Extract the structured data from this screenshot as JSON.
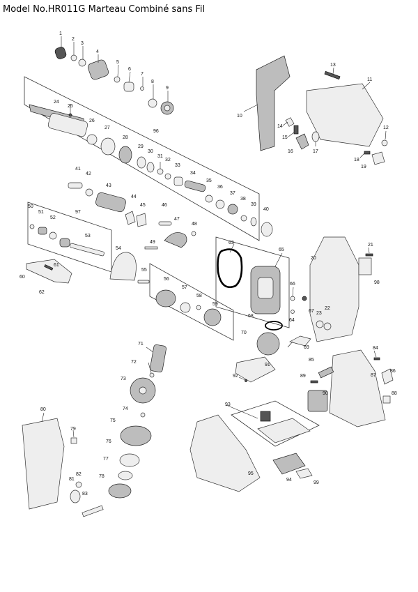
{
  "title": "Model No.HR011G Marteau Combiné sans Fil",
  "labels": [
    {
      "id": "1",
      "name": "part-label-1"
    },
    {
      "id": "2",
      "name": "part-label-2"
    },
    {
      "id": "3",
      "name": "part-label-3"
    },
    {
      "id": "4",
      "name": "part-label-4"
    },
    {
      "id": "5",
      "name": "part-label-5"
    },
    {
      "id": "6",
      "name": "part-label-6"
    },
    {
      "id": "7",
      "name": "part-label-7"
    },
    {
      "id": "8",
      "name": "part-label-8"
    },
    {
      "id": "9",
      "name": "part-label-9"
    },
    {
      "id": "10",
      "name": "part-label-10"
    },
    {
      "id": "11",
      "name": "part-label-11"
    },
    {
      "id": "12",
      "name": "part-label-12"
    },
    {
      "id": "13",
      "name": "part-label-13"
    },
    {
      "id": "14",
      "name": "part-label-14"
    },
    {
      "id": "15",
      "name": "part-label-15"
    },
    {
      "id": "16",
      "name": "part-label-16"
    },
    {
      "id": "17",
      "name": "part-label-17"
    },
    {
      "id": "18",
      "name": "part-label-18"
    },
    {
      "id": "19",
      "name": "part-label-19"
    },
    {
      "id": "20",
      "name": "part-label-20"
    },
    {
      "id": "21",
      "name": "part-label-21"
    },
    {
      "id": "22",
      "name": "part-label-22"
    },
    {
      "id": "23",
      "name": "part-label-23"
    },
    {
      "id": "24",
      "name": "part-label-24"
    },
    {
      "id": "25",
      "name": "part-label-25"
    },
    {
      "id": "26",
      "name": "part-label-26"
    },
    {
      "id": "27",
      "name": "part-label-27"
    },
    {
      "id": "28",
      "name": "part-label-28"
    },
    {
      "id": "29",
      "name": "part-label-29"
    },
    {
      "id": "30",
      "name": "part-label-30"
    },
    {
      "id": "31",
      "name": "part-label-31"
    },
    {
      "id": "32",
      "name": "part-label-32"
    },
    {
      "id": "33",
      "name": "part-label-33"
    },
    {
      "id": "34",
      "name": "part-label-34"
    },
    {
      "id": "35",
      "name": "part-label-35"
    },
    {
      "id": "36",
      "name": "part-label-36"
    },
    {
      "id": "37",
      "name": "part-label-37"
    },
    {
      "id": "38",
      "name": "part-label-38"
    },
    {
      "id": "39",
      "name": "part-label-39"
    },
    {
      "id": "40",
      "name": "part-label-40"
    },
    {
      "id": "41",
      "name": "part-label-41"
    },
    {
      "id": "42",
      "name": "part-label-42"
    },
    {
      "id": "43",
      "name": "part-label-43"
    },
    {
      "id": "44",
      "name": "part-label-44"
    },
    {
      "id": "45",
      "name": "part-label-45"
    },
    {
      "id": "46",
      "name": "part-label-46"
    },
    {
      "id": "47",
      "name": "part-label-47"
    },
    {
      "id": "48",
      "name": "part-label-48"
    },
    {
      "id": "49",
      "name": "part-label-49"
    },
    {
      "id": "50",
      "name": "part-label-50"
    },
    {
      "id": "51",
      "name": "part-label-51"
    },
    {
      "id": "52",
      "name": "part-label-52"
    },
    {
      "id": "53",
      "name": "part-label-53"
    },
    {
      "id": "54",
      "name": "part-label-54"
    },
    {
      "id": "55",
      "name": "part-label-55"
    },
    {
      "id": "56",
      "name": "part-label-56"
    },
    {
      "id": "57",
      "name": "part-label-57"
    },
    {
      "id": "58",
      "name": "part-label-58"
    },
    {
      "id": "59",
      "name": "part-label-59"
    },
    {
      "id": "60",
      "name": "part-label-60"
    },
    {
      "id": "61",
      "name": "part-label-61"
    },
    {
      "id": "62",
      "name": "part-label-62"
    },
    {
      "id": "63",
      "name": "part-label-63"
    },
    {
      "id": "64",
      "name": "part-label-64"
    },
    {
      "id": "65",
      "name": "part-label-65"
    },
    {
      "id": "66",
      "name": "part-label-66"
    },
    {
      "id": "67",
      "name": "part-label-67"
    },
    {
      "id": "68",
      "name": "part-label-68"
    },
    {
      "id": "69",
      "name": "part-label-69"
    },
    {
      "id": "70",
      "name": "part-label-70"
    },
    {
      "id": "71",
      "name": "part-label-71"
    },
    {
      "id": "72",
      "name": "part-label-72"
    },
    {
      "id": "73",
      "name": "part-label-73"
    },
    {
      "id": "74",
      "name": "part-label-74"
    },
    {
      "id": "75",
      "name": "part-label-75"
    },
    {
      "id": "76",
      "name": "part-label-76"
    },
    {
      "id": "77",
      "name": "part-label-77"
    },
    {
      "id": "78",
      "name": "part-label-78"
    },
    {
      "id": "79",
      "name": "part-label-79"
    },
    {
      "id": "80",
      "name": "part-label-80"
    },
    {
      "id": "81",
      "name": "part-label-81"
    },
    {
      "id": "82",
      "name": "part-label-82"
    },
    {
      "id": "83",
      "name": "part-label-83"
    },
    {
      "id": "84",
      "name": "part-label-84"
    },
    {
      "id": "85",
      "name": "part-label-85"
    },
    {
      "id": "86",
      "name": "part-label-86"
    },
    {
      "id": "87",
      "name": "part-label-87"
    },
    {
      "id": "88",
      "name": "part-label-88"
    },
    {
      "id": "89",
      "name": "part-label-89"
    },
    {
      "id": "90",
      "name": "part-label-90"
    },
    {
      "id": "91",
      "name": "part-label-91"
    },
    {
      "id": "92",
      "name": "part-label-92"
    },
    {
      "id": "93",
      "name": "part-label-93"
    },
    {
      "id": "94",
      "name": "part-label-94"
    },
    {
      "id": "95",
      "name": "part-label-95"
    },
    {
      "id": "96",
      "name": "part-label-96"
    },
    {
      "id": "97",
      "name": "part-label-97"
    },
    {
      "id": "98",
      "name": "part-label-98"
    },
    {
      "id": "99",
      "name": "part-label-99"
    }
  ]
}
